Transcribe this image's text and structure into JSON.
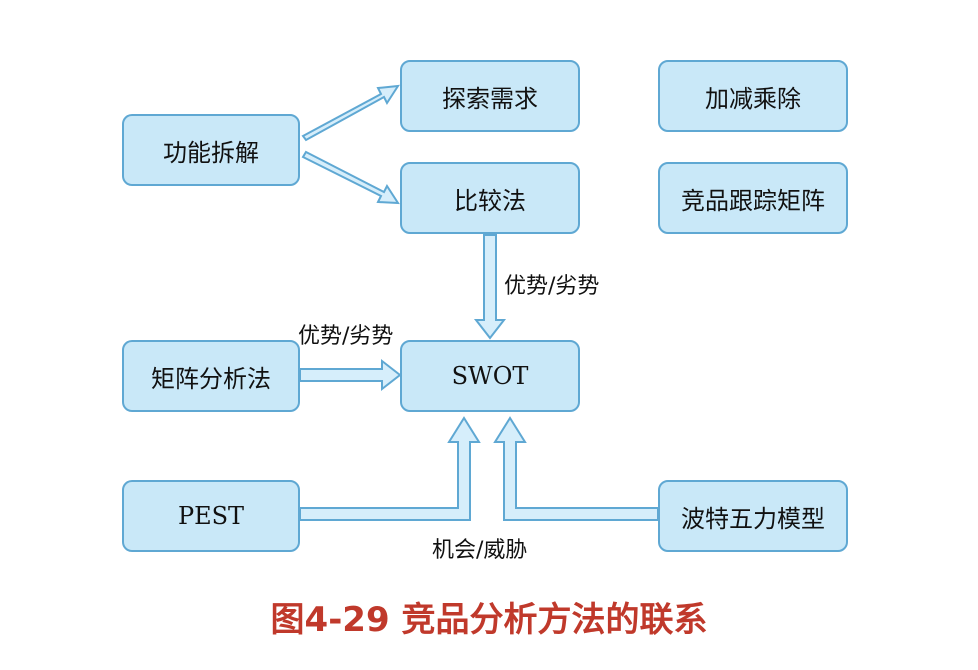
{
  "boxes": {
    "function_decomp": "功能拆解",
    "explore_needs": "探索需求",
    "comparison": "比较法",
    "arith": "加减乘除",
    "tracking_matrix": "竞品跟踪矩阵",
    "matrix_analysis": "矩阵分析法",
    "swot": "SWOT",
    "pest": "PEST",
    "porter": "波特五力模型"
  },
  "labels": {
    "comparison_to_swot": "优势/劣势",
    "matrix_to_swot": "优势/劣势",
    "pest_porter_to_swot": "机会/威胁"
  },
  "caption": "图4-29 竞品分析方法的联系"
}
